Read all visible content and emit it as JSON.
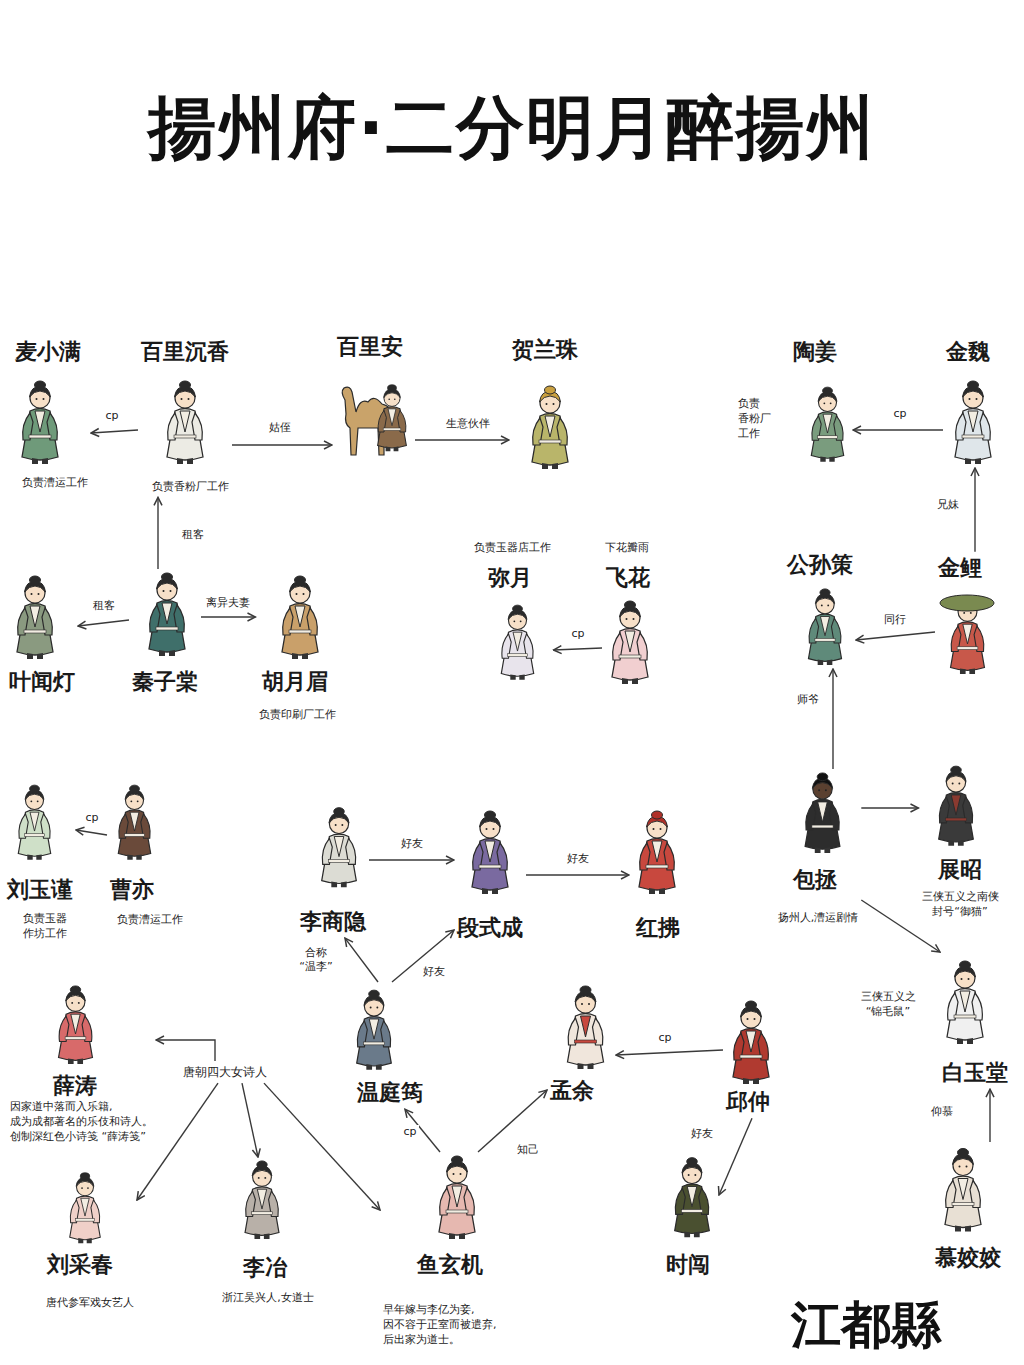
{
  "diagram": {
    "title": "揚州府·二分明月醉揚州",
    "nodes": [
      {
        "text": [
          "麦小满",
          "负责漕运工作"
        ]
      },
      {
        "text": [
          "百里沉香",
          "负责香粉厂工作"
        ]
      },
      {
        "text": [
          "百里安"
        ]
      },
      {
        "text": [
          "贺兰珠"
        ]
      },
      {
        "text": [
          "陶姜",
          "负责 香粉厂 工作"
        ]
      },
      {
        "text": [
          "金魏"
        ]
      },
      {
        "text": [
          "叶闻灯"
        ]
      },
      {
        "text": [
          "秦子棠"
        ]
      },
      {
        "text": [
          "胡月眉",
          "负责印刷厂工作"
        ]
      },
      {
        "text": [
          "弥月",
          "负责玉器店工作"
        ]
      },
      {
        "text": [
          "飞花",
          "下花瓣雨"
        ]
      },
      {
        "text": [
          "公孙策"
        ]
      },
      {
        "text": [
          "金鲤"
        ]
      },
      {
        "text": [
          "刘玉谨",
          "负责玉器 作坊工作"
        ]
      },
      {
        "text": [
          "曹亦",
          "负责漕运工作"
        ]
      },
      {
        "text": [
          "李商隐"
        ]
      },
      {
        "text": [
          "段式成"
        ]
      },
      {
        "text": [
          "红拂"
        ]
      },
      {
        "text": [
          "包拯",
          "扬州人,漕运剧情"
        ]
      },
      {
        "text": [
          "展昭",
          "三侠五义之南侠 封号“御猫”"
        ]
      },
      {
        "text": [
          "薛涛",
          "因家道中落而入乐籍, 成为成都著名的乐伎和诗人。 创制深红色小诗笺 “薛涛笺”"
        ]
      },
      {
        "text": [
          "唐朝四大女诗人"
        ]
      },
      {
        "text": [
          "温庭筠"
        ]
      },
      {
        "text": [
          "孟余"
        ]
      },
      {
        "text": [
          "邱仲"
        ]
      },
      {
        "text": [
          "白玉堂",
          "三侠五义之 “锦毛鼠”"
        ]
      },
      {
        "text": [
          "刘采春",
          "唐代参军戏女艺人"
        ]
      },
      {
        "text": [
          "李冶",
          "浙江吴兴人,女道士"
        ]
      },
      {
        "text": [
          "鱼玄机",
          "早年嫁与李亿为妾, 因不容于正室而被遣弃, 后出家为道士。"
        ]
      },
      {
        "text": [
          "时闯"
        ]
      },
      {
        "text": [
          "慕姣姣"
        ]
      }
    ],
    "edges": [
      {
        "from": 1,
        "to": 0,
        "arrow": "to",
        "label": "cp"
      },
      {
        "from": 1,
        "to": 2,
        "arrow": "to",
        "label": "姑侄"
      },
      {
        "from": 2,
        "to": 3,
        "arrow": "to",
        "label": "生意伙伴"
      },
      {
        "from": 5,
        "to": 4,
        "arrow": "to",
        "label": "cp"
      },
      {
        "from": 12,
        "to": 5,
        "arrow": "to",
        "label": "兄妹"
      },
      {
        "from": 7,
        "to": 1,
        "arrow": "to",
        "label": "租客"
      },
      {
        "from": 7,
        "to": 6,
        "arrow": "to",
        "label": "租客"
      },
      {
        "from": 7,
        "to": 8,
        "arrow": "to",
        "label": "离异夫妻"
      },
      {
        "from": 10,
        "to": 9,
        "arrow": "to",
        "label": "cp"
      },
      {
        "from": 12,
        "to": 11,
        "arrow": "to",
        "label": "同行"
      },
      {
        "from": 18,
        "to": 11,
        "arrow": "to",
        "label": "师爷"
      },
      {
        "from": 18,
        "to": 19,
        "arrow": "to"
      },
      {
        "from": 18,
        "to": 25,
        "arrow": "to"
      },
      {
        "from": 14,
        "to": 13,
        "arrow": "to",
        "label": "cp"
      },
      {
        "from": 15,
        "to": 16,
        "arrow": "to",
        "label": "好友"
      },
      {
        "from": 16,
        "to": 17,
        "arrow": "to",
        "label": "好友"
      },
      {
        "from": 22,
        "to": 15,
        "arrow": "to",
        "label": "合称 “温李”"
      },
      {
        "from": 22,
        "to": 16,
        "arrow": "to",
        "label": "好友"
      },
      {
        "from": 28,
        "to": 22,
        "arrow": "to",
        "label": "cp"
      },
      {
        "from": 28,
        "to": 23,
        "arrow": "to",
        "label": "知己"
      },
      {
        "from": 24,
        "to": 23,
        "arrow": "to",
        "label": "cp"
      },
      {
        "from": 24,
        "to": 29,
        "arrow": "to",
        "label": "好友"
      },
      {
        "from": 30,
        "to": 25,
        "arrow": "to",
        "label": "仰慕"
      },
      {
        "from": 21,
        "to": 20,
        "arrow": "to"
      },
      {
        "from": 21,
        "to": 26,
        "arrow": "to"
      },
      {
        "from": 21,
        "to": 27,
        "arrow": "to"
      },
      {
        "from": 21,
        "to": 28,
        "arrow": "to"
      }
    ],
    "labels": [
      "江都縣"
    ]
  }
}
